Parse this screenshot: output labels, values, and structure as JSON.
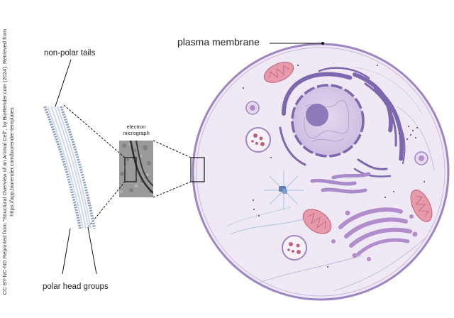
{
  "labels": {
    "plasma_membrane": "plasma membrane",
    "non_polar_tails": "non-polar tails",
    "polar_head_groups": "polar head groups",
    "em_line1": "electron",
    "em_line2": "micrograph"
  },
  "credit": {
    "line1": "CC BY-NC-ND Reprinted from \"Structural Overview of an Animal Cell\", by BioRender.com (2024). Retrieved from",
    "line2": "https://app.biorender.com/biorender-templates"
  },
  "colors": {
    "cell_fill": "#ebe4f3",
    "cell_border": "#9d85c4",
    "nucleus": "#d6c8e6",
    "nucleolus": "#8e79b8",
    "er": "#7b68ae",
    "mitochondria": "#e79aa9",
    "golgi": "#b28dcc",
    "membrane_head": "#8da3c6",
    "micrograph": "#9a9a9a"
  }
}
